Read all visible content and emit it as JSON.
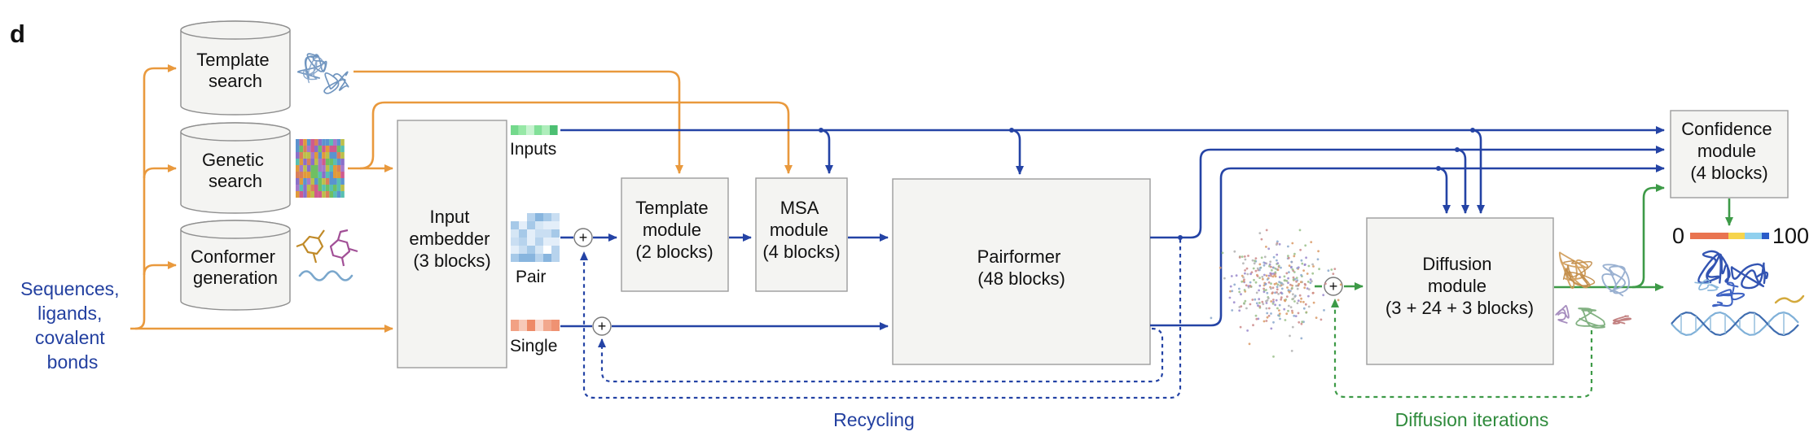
{
  "panel_label": "d",
  "side_text_lines": [
    "Sequences,",
    "ligands,",
    "covalent",
    "bonds"
  ],
  "cylinders": {
    "template_search": {
      "lines": [
        "Template",
        "search"
      ]
    },
    "genetic_search": {
      "lines": [
        "Genetic",
        "search"
      ]
    },
    "conformer_generation": {
      "lines": [
        "Conformer",
        "generation"
      ]
    }
  },
  "modules": {
    "input_embedder": {
      "lines": [
        "Input",
        "embedder",
        "(3 blocks)"
      ]
    },
    "template_module": {
      "lines": [
        "Template",
        "module",
        "(2 blocks)"
      ]
    },
    "msa_module": {
      "lines": [
        "MSA",
        "module",
        "(4 blocks)"
      ]
    },
    "pairformer": {
      "lines": [
        "Pairformer",
        "(48 blocks)"
      ]
    },
    "diffusion_module": {
      "lines": [
        "Diffusion",
        "module",
        "(3 + 24 + 3 blocks)"
      ]
    },
    "confidence_module": {
      "lines": [
        "Confidence",
        "module",
        "(4 blocks)"
      ]
    }
  },
  "representations": {
    "inputs": "Inputs",
    "pair": "Pair",
    "single": "Single"
  },
  "loop_labels": {
    "recycling": "Recycling",
    "diffusion_iterations": "Diffusion iterations"
  },
  "symbols": {
    "plus": "+"
  },
  "colorbar": {
    "min_label": "0",
    "max_label": "100",
    "segment_colors": [
      "#E97450",
      "#F6D44C",
      "#90D0EE",
      "#2A5CC9"
    ]
  },
  "colors": {
    "orange_arrow": "#E9993D",
    "blue_arrow": "#2443A5",
    "blue_text": "#2340A0",
    "green_arrow": "#3D9A47",
    "green_text": "#2F8B3C",
    "module_fill": "#F3F3F2",
    "module_border": "#9B9B9B"
  },
  "icon_palettes": {
    "inputs_strip": [
      "#74d98c",
      "#97e8a6",
      "#c7f3d0",
      "#82e098",
      "#aeeebb",
      "#4cbf72"
    ],
    "single_strip": [
      "#f2a184",
      "#f7c9b8",
      "#ee8a67",
      "#f9d8cc",
      "#f2a88d",
      "#ef9272"
    ],
    "pair_matrix": [
      "#ffffff",
      "#e3eef9",
      "#c9def2",
      "#a6c9e8",
      "#88b5de",
      "#d5e6f5",
      "#b7d3ed"
    ],
    "msa_alignment": [
      "#6fbf63",
      "#a678c9",
      "#e09a3a",
      "#5a93cf",
      "#cf5a8e",
      "#bcbf4a",
      "#58bfb2",
      "#8a6fc9",
      "#d97f5a"
    ],
    "noise_cloud": [
      "#b0b0b0",
      "#d99a66",
      "#8aa8cc",
      "#9abf8a",
      "#cc8a8a",
      "#9a8acc"
    ]
  }
}
